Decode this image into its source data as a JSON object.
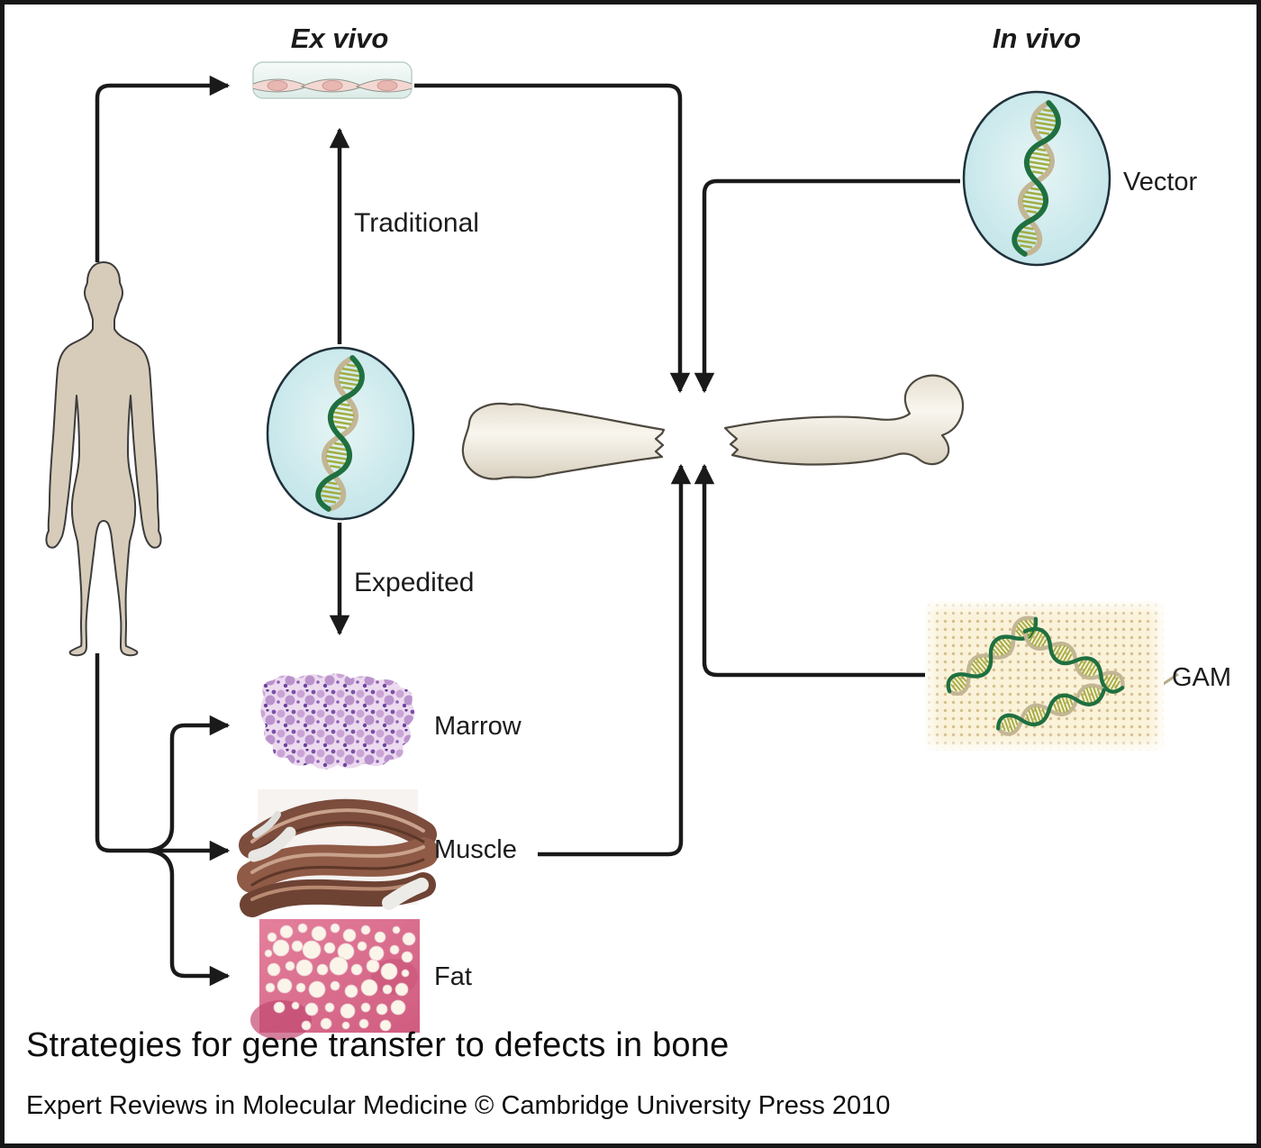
{
  "figure": {
    "ex_vivo_label": "Ex vivo",
    "in_vivo_label": "In vivo",
    "traditional_label": "Traditional",
    "expedited_label": "Expedited",
    "vector_label": "Vector",
    "gam_label": "GAM",
    "tissues": [
      {
        "label": "Marrow"
      },
      {
        "label": "Muscle"
      },
      {
        "label": "Fat"
      }
    ]
  },
  "caption": {
    "title": "Strategies for gene transfer to defects in bone",
    "credit": "Expert Reviews in Molecular Medicine © Cambridge University Press 2010"
  },
  "colors": {
    "line": "#1a1a1a",
    "human_fill": "#d7ccba",
    "vector_ellipse_fill": "#bfe3e8",
    "dna_green": "#1f7040",
    "dna_tan": "#c3b695",
    "dna_rung": "#a3ad42",
    "bone_fill": "#f3eee4",
    "gam_background": "#faf2d9",
    "cell_pink": "#f3d7d2",
    "marrow_purple": "#b287c6",
    "muscle_brown": "#84503e",
    "fat_pink": "#dd6f90"
  }
}
